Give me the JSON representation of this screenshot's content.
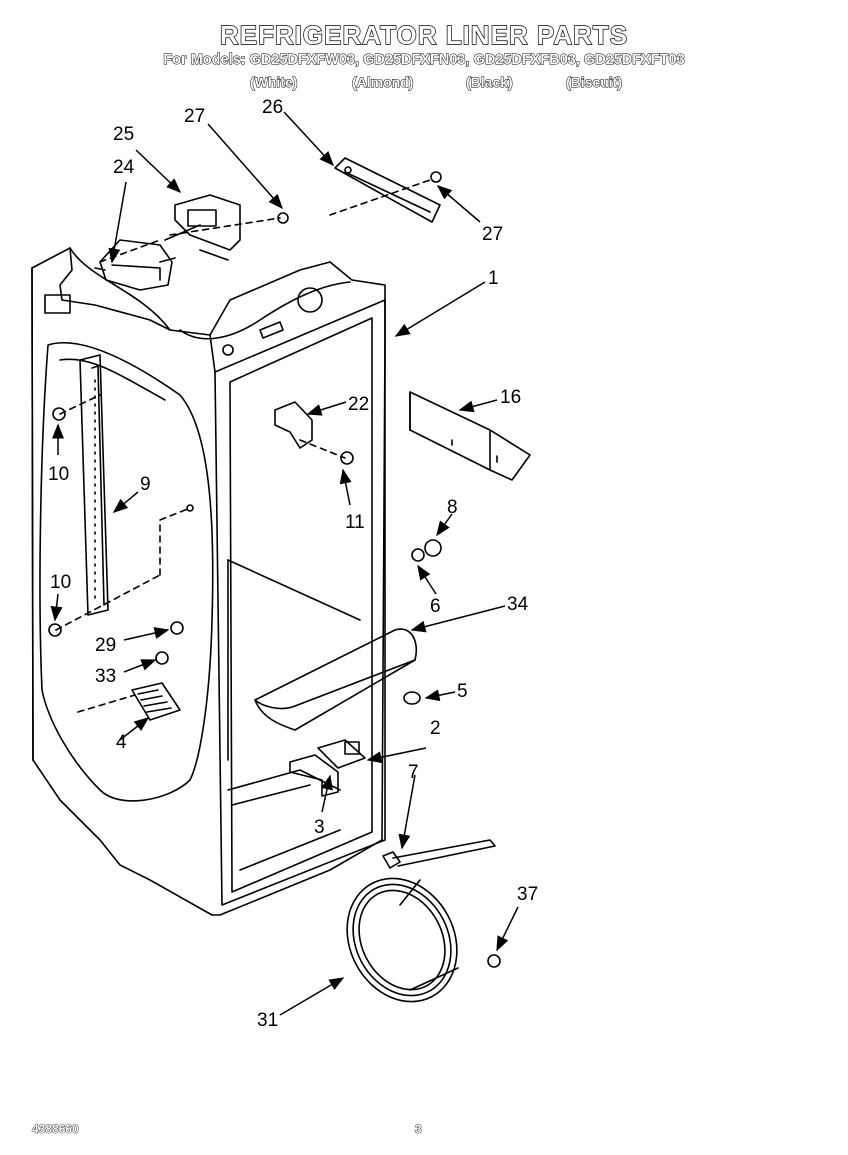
{
  "header": {
    "title": "REFRIGERATOR LINER PARTS",
    "models": "For Models: GD25DFXFW03, GD25DFXFN03, GD25DFXFB03, GD25DFXFT03",
    "colors": [
      "(White)",
      "(Almond)",
      "(Black)",
      "(Biscuit)"
    ]
  },
  "callouts": {
    "c1": "1",
    "c2": "2",
    "c3": "3",
    "c4": "4",
    "c5": "5",
    "c6": "6",
    "c7": "7",
    "c8": "8",
    "c9": "9",
    "c10a": "10",
    "c10b": "10",
    "c11": "11",
    "c16": "16",
    "c22": "22",
    "c24": "24",
    "c25": "25",
    "c26": "26",
    "c27a": "27",
    "c27b": "27",
    "c29": "29",
    "c31": "31",
    "c33": "33",
    "c34": "34",
    "c37": "37"
  },
  "footer": {
    "doc_number": "4388660",
    "page_number": "3"
  }
}
